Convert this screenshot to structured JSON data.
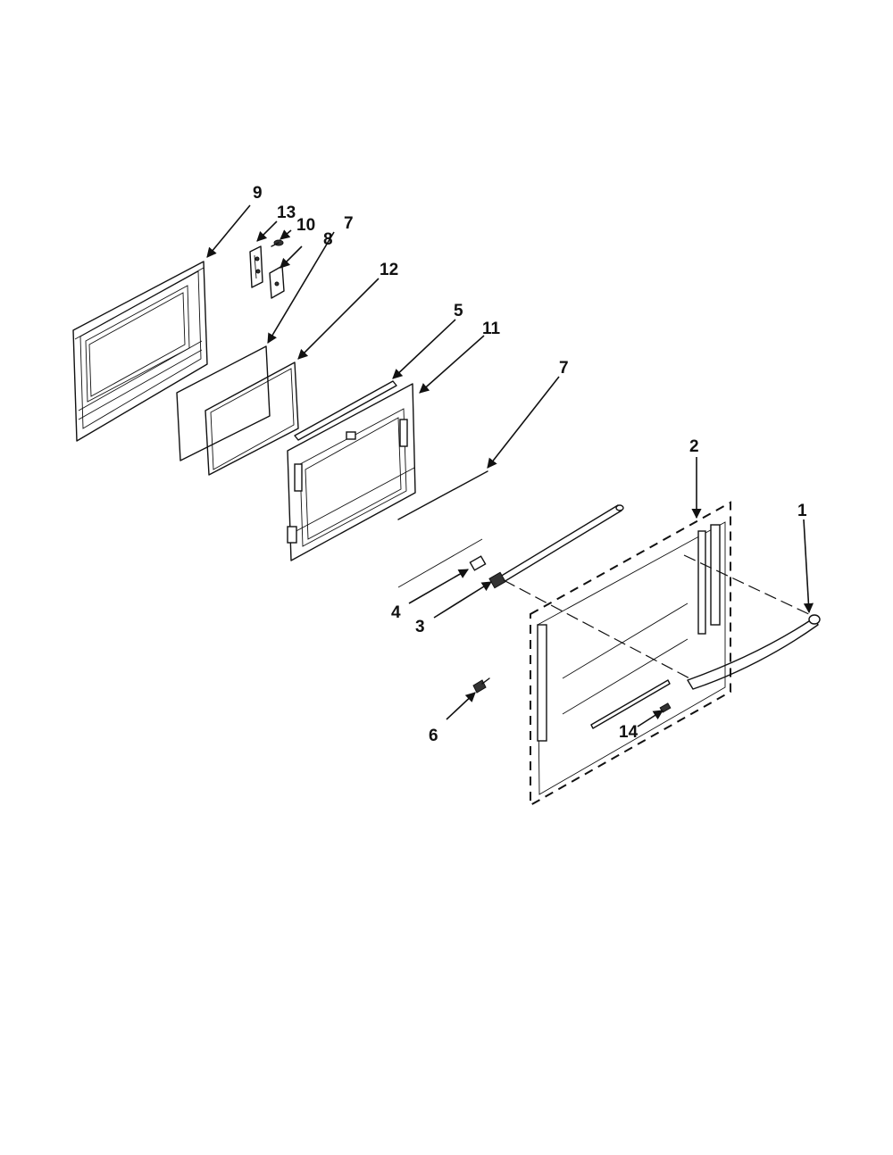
{
  "callouts": {
    "c1": "1",
    "c2": "2",
    "c3": "3",
    "c4": "4",
    "c5": "5",
    "c6": "6",
    "c7a": "7",
    "c7b": "7",
    "c8": "8",
    "c9": "9",
    "c10": "10",
    "c11": "11",
    "c12": "12",
    "c13": "13",
    "c14": "14"
  }
}
